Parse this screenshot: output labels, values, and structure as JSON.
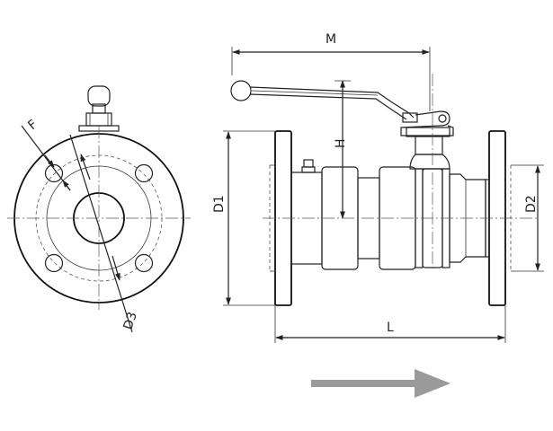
{
  "dimensions": {
    "m": "M",
    "h": "H",
    "d1": "D1",
    "d2": "D2",
    "l": "L",
    "f": "F",
    "d3": "D3"
  },
  "colors": {
    "line": "#222222",
    "shade_light": "#efefef",
    "shade_dark": "#bdbdbd",
    "arrow": "#9a9a9a"
  },
  "icons": {
    "flow_arrow": "arrow-right-icon"
  }
}
